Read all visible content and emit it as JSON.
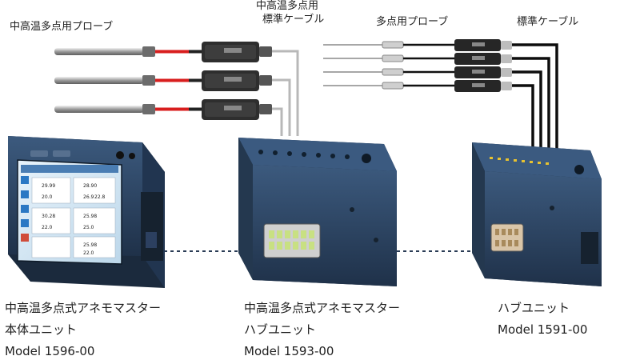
{
  "labels": {
    "probe_mid_high": "中高温多点用プローブ",
    "cable_mid_high_line1": "中高温多点用",
    "cable_mid_high_line2": "標準ケーブル",
    "probe_multi": "多点用プローブ",
    "cable_standard": "標準ケーブル"
  },
  "devices": [
    {
      "name_line1": "中高温多点式アネモマスター",
      "name_line2": "本体ユニット",
      "model": "Model 1596-00"
    },
    {
      "name_line1": "中高温多点式アネモマスター",
      "name_line2": "ハブユニット",
      "model": "Model 1593-00"
    },
    {
      "name_line1": "ハブユニット",
      "model": "Model 1591-00"
    }
  ],
  "screen": {
    "readings": [
      "29.99",
      "20.0",
      "26.9",
      "28.90",
      "22.8",
      "30.28",
      "22.0",
      "25.98",
      "25.0",
      "25.98",
      "22.0"
    ]
  },
  "colors": {
    "device_body": "#2d4664",
    "device_dark": "#1c2c40",
    "cable_gray": "#b8b8b8",
    "cable_black": "#0d0d0d",
    "probe_red": "#d81e1e",
    "dashed_link": "#2a3c55"
  }
}
